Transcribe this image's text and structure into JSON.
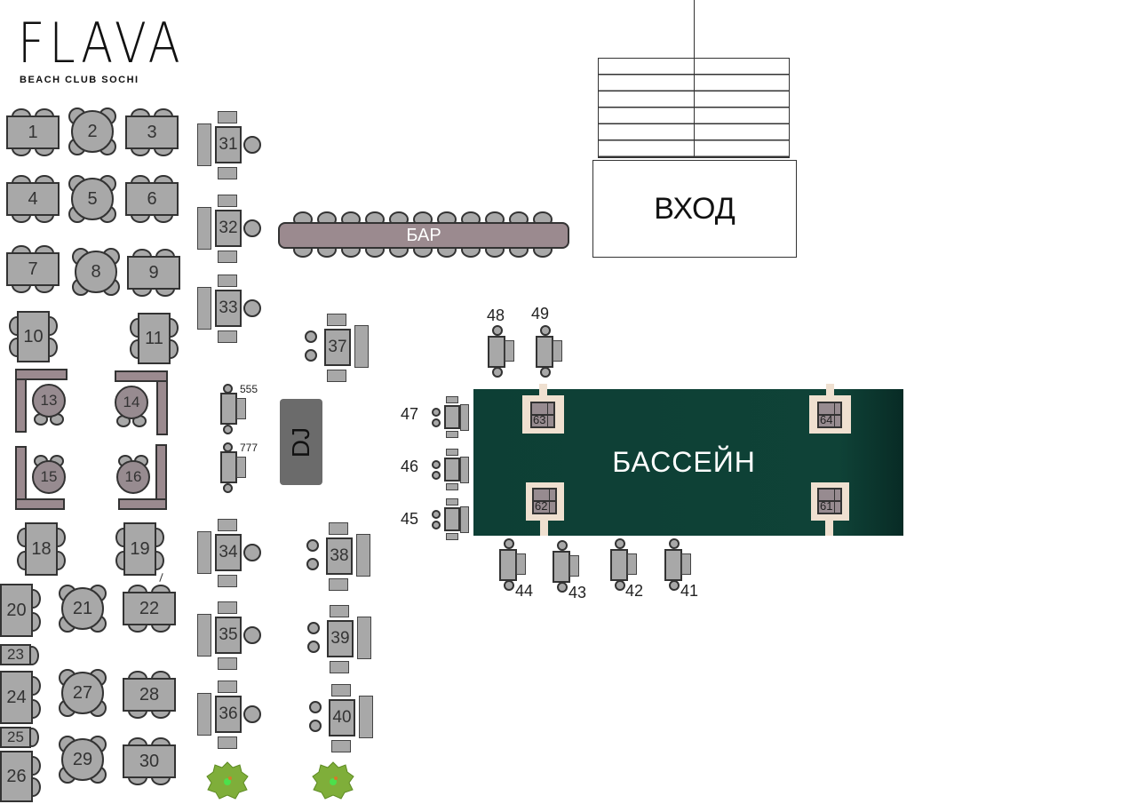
{
  "logo": {
    "title": "FLAVA",
    "subtitle": "BEACH CLUB SOCHI"
  },
  "zones": {
    "bar": "БАР",
    "entrance": "ВХОД",
    "pool": "БАССЕЙН",
    "dj": "DJ"
  },
  "tables": {
    "t1": "1",
    "t2": "2",
    "t3": "3",
    "t4": "4",
    "t5": "5",
    "t6": "6",
    "t7": "7",
    "t8": "8",
    "t9": "9",
    "t10": "10",
    "t11": "11",
    "t13": "13",
    "t14": "14",
    "t15": "15",
    "t16": "16",
    "t18": "18",
    "t19": "19",
    "t20": "20",
    "t21": "21",
    "t22": "22",
    "t23": "23",
    "t24": "24",
    "t25": "25",
    "t26": "26",
    "t27": "27",
    "t28": "28",
    "t29": "29",
    "t30": "30",
    "t31": "31",
    "t32": "32",
    "t33": "33",
    "t34": "34",
    "t35": "35",
    "t36": "36",
    "t37": "37",
    "t38": "38",
    "t39": "39",
    "t40": "40",
    "t41": "41",
    "t42": "42",
    "t43": "43",
    "t44": "44",
    "t45": "45",
    "t46": "46",
    "t47": "47",
    "t48": "48",
    "t49": "49",
    "t61": "61",
    "t62": "62",
    "t63": "63",
    "t64": "64",
    "t555": "555",
    "t777": "777"
  },
  "colors": {
    "pool": "#0f4237",
    "lounger_pad": "#efe0d0",
    "sofa": "#9b8a8f",
    "table": "#a8a8a8",
    "dj": "#6b6b6b"
  }
}
